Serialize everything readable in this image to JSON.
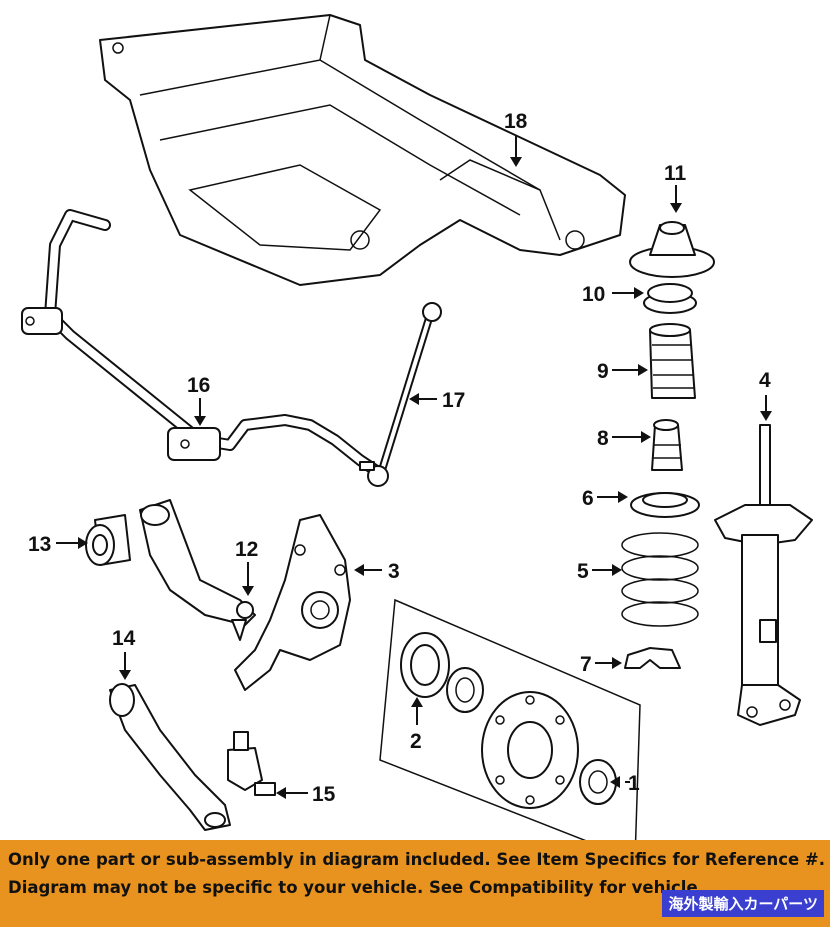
{
  "diagram": {
    "callouts": [
      {
        "id": "1",
        "label": "1"
      },
      {
        "id": "2",
        "label": "2"
      },
      {
        "id": "3",
        "label": "3"
      },
      {
        "id": "4",
        "label": "4"
      },
      {
        "id": "5",
        "label": "5"
      },
      {
        "id": "6",
        "label": "6"
      },
      {
        "id": "7",
        "label": "7"
      },
      {
        "id": "8",
        "label": "8"
      },
      {
        "id": "9",
        "label": "9"
      },
      {
        "id": "10",
        "label": "10"
      },
      {
        "id": "11",
        "label": "11"
      },
      {
        "id": "12",
        "label": "12"
      },
      {
        "id": "13",
        "label": "13"
      },
      {
        "id": "14",
        "label": "14"
      },
      {
        "id": "15",
        "label": "15"
      },
      {
        "id": "16",
        "label": "16"
      },
      {
        "id": "17",
        "label": "17"
      },
      {
        "id": "18",
        "label": "18"
      }
    ]
  },
  "banner": {
    "line1": "Only one part or sub-assembly in diagram included. See Item Specifics for Reference #.",
    "line2": "Diagram may not be specific to your vehicle. See Compatibility for vehicle",
    "color": "#e8931f"
  },
  "watermark": {
    "text": "海外製輸入カーパーツ",
    "color": "#3a3fd0"
  }
}
